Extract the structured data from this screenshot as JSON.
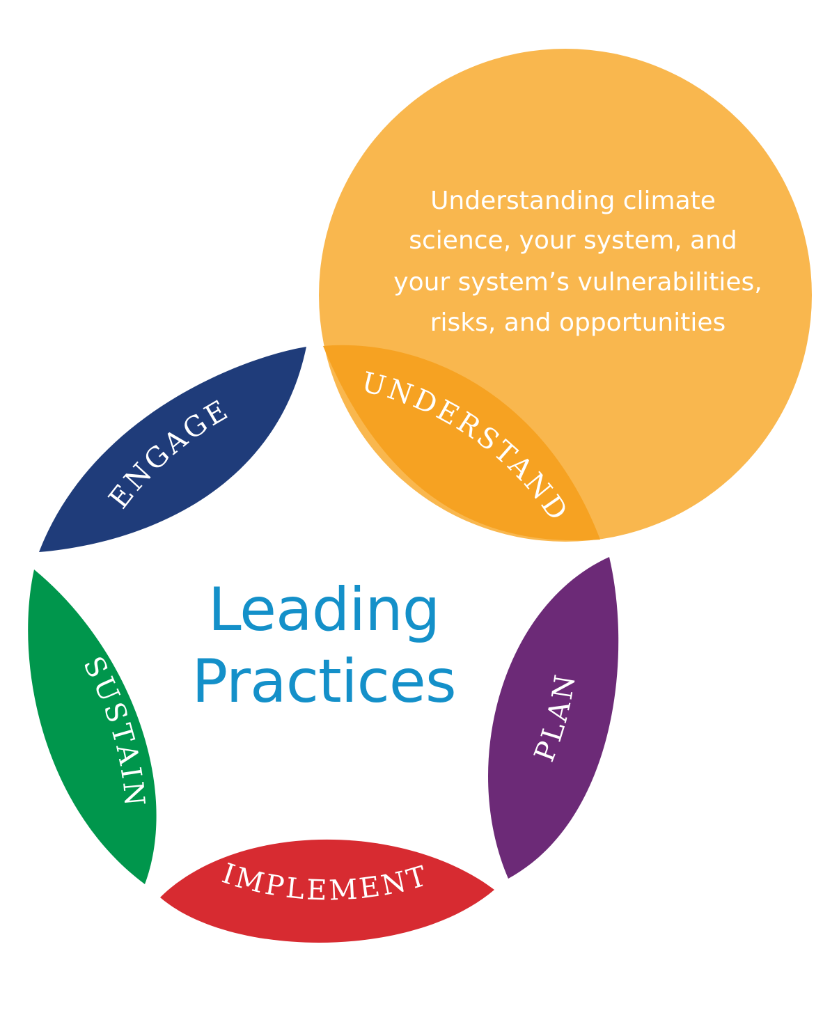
{
  "center": {
    "line1": "Leading",
    "line2": "Practices"
  },
  "description": {
    "lines": [
      "Understanding climate",
      "science, your system, and",
      "your system’s vulnerabilities,",
      "risks, and opportunities"
    ]
  },
  "petals": {
    "understand": "UNDERSTAND",
    "engage": "ENGAGE",
    "sustain": "SUSTAIN",
    "implement": "IMPLEMENT",
    "plan": "PLAN"
  },
  "colors": {
    "understand_circle": "#F9B74E",
    "understand_petal": "#F6A222",
    "engage": "#1F3C7A",
    "sustain": "#00964C",
    "implement": "#D72B31",
    "plan": "#6C2A77",
    "title": "#1490C9",
    "description_text": "#FFFFFF",
    "petal_text": "#FFFFFF"
  }
}
